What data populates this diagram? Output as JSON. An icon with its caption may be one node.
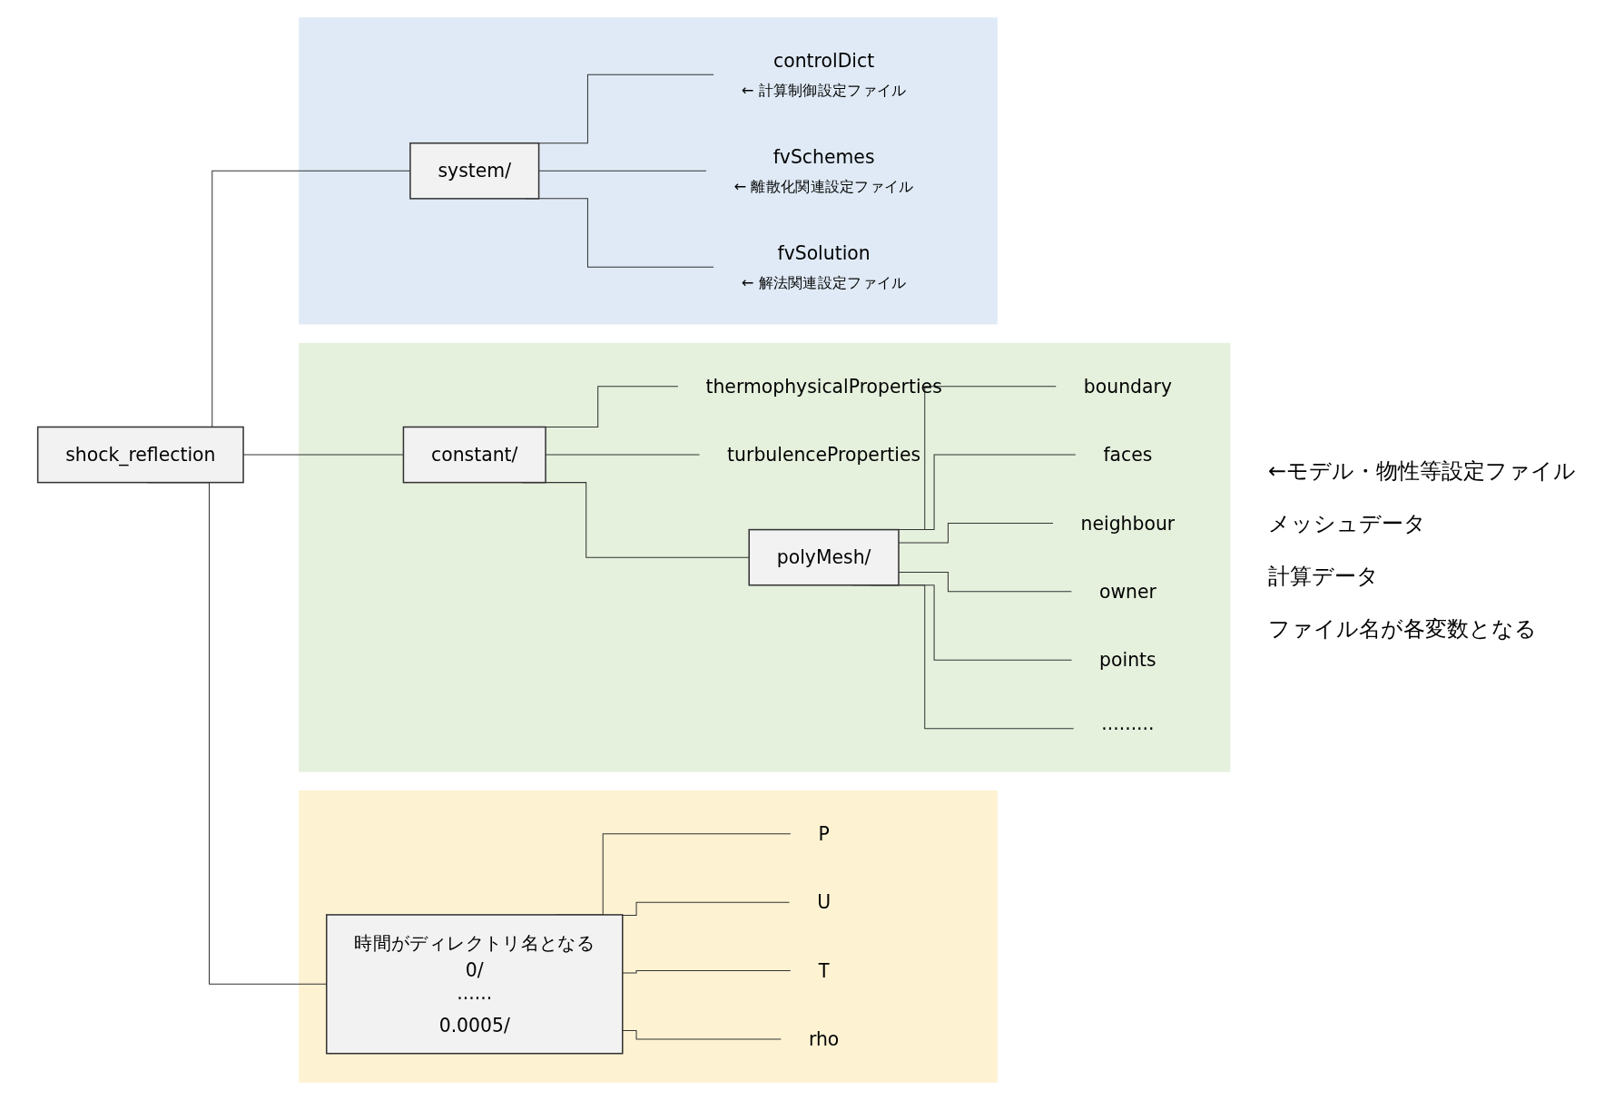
{
  "diagram": {
    "nodes": [
      {
        "text": [
          "shock_reflection"
        ]
      },
      {
        "text": [],
        "shape": "band"
      },
      {
        "text": [
          "system/"
        ],
        "in": 1
      },
      {
        "text": [
          "controlDict"
        ],
        "in": 1,
        "beside": [
          "← 計算制御設定ファイル"
        ]
      },
      {
        "text": [
          "fvSchemes"
        ],
        "in": 1,
        "beside": [
          "← 離散化関連設定ファイル"
        ]
      },
      {
        "text": [
          "fvSolution"
        ],
        "in": 1,
        "beside": [
          "← 解法関連設定ファイル"
        ]
      },
      {
        "text": [],
        "shape": "band"
      },
      {
        "text": [
          "constant/"
        ],
        "in": 6
      },
      {
        "text": [
          "thermophysicalProperties"
        ],
        "in": 6
      },
      {
        "text": [
          "turbulenceProperties"
        ],
        "in": 6
      },
      {
        "text": [
          "polyMesh/"
        ],
        "in": 6
      },
      {
        "text": [
          "boundary"
        ],
        "in": 6
      },
      {
        "text": [
          "faces"
        ],
        "in": 6
      },
      {
        "text": [
          "neighbour"
        ],
        "in": 6
      },
      {
        "text": [
          "owner"
        ],
        "in": 6
      },
      {
        "text": [
          "points"
        ],
        "in": 6
      },
      {
        "text": [
          "·········"
        ],
        "in": 6
      },
      {
        "text": [],
        "shape": "band"
      },
      {
        "text": [
          "時間がディレクトリ名となる",
          "0/",
          "······",
          "0.0005/"
        ],
        "in": 17
      },
      {
        "text": [
          "P"
        ],
        "in": 17
      },
      {
        "text": [
          "U"
        ],
        "in": 17
      },
      {
        "text": [
          "T"
        ],
        "in": 17
      },
      {
        "text": [
          "rho"
        ],
        "in": 17
      }
    ],
    "edges": [
      {
        "from": 0,
        "to": 2,
        "arrow": "none"
      },
      {
        "from": 0,
        "to": 7,
        "arrow": "none"
      },
      {
        "from": 0,
        "to": 18,
        "arrow": "none"
      },
      {
        "from": 2,
        "to": 3,
        "arrow": "none"
      },
      {
        "from": 2,
        "to": 4,
        "arrow": "none"
      },
      {
        "from": 2,
        "to": 5,
        "arrow": "none"
      },
      {
        "from": 7,
        "to": 8,
        "arrow": "none"
      },
      {
        "from": 7,
        "to": 9,
        "arrow": "none"
      },
      {
        "from": 7,
        "to": 10,
        "arrow": "none"
      },
      {
        "from": 10,
        "to": 11,
        "arrow": "none"
      },
      {
        "from": 10,
        "to": 12,
        "arrow": "none"
      },
      {
        "from": 10,
        "to": 13,
        "arrow": "none"
      },
      {
        "from": 10,
        "to": 14,
        "arrow": "none"
      },
      {
        "from": 10,
        "to": 15,
        "arrow": "none"
      },
      {
        "from": 10,
        "to": 16,
        "arrow": "none"
      },
      {
        "from": 18,
        "to": 19,
        "arrow": "none"
      },
      {
        "from": 18,
        "to": 20,
        "arrow": "none"
      },
      {
        "from": 18,
        "to": 21,
        "arrow": "none"
      },
      {
        "from": 18,
        "to": 22,
        "arrow": "none"
      }
    ],
    "labels": [
      "←モデル・物性等設定ファイル",
      "メッシュデータ",
      "計算データ",
      "ファイル名が各変数となる"
    ]
  }
}
